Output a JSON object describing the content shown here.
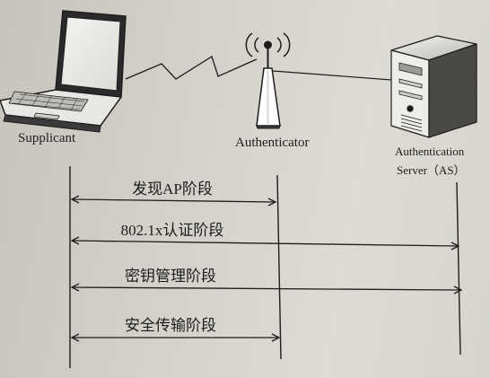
{
  "nodes": {
    "supplicant": "Supplicant",
    "authenticator": "Authenticator",
    "server_line1": "Authentication",
    "server_line2": "Server（AS）"
  },
  "phases": [
    {
      "label": "发现AP阶段",
      "from": "supplicant",
      "to": "authenticator"
    },
    {
      "label": "802.1x认证阶段",
      "from": "supplicant",
      "to": "server"
    },
    {
      "label": "密钥管理阶段",
      "from": "supplicant",
      "to": "server"
    },
    {
      "label": "安全传输阶段",
      "from": "supplicant",
      "to": "authenticator"
    }
  ],
  "icons": {
    "laptop": "laptop-icon",
    "access_point": "wireless-access-point-icon",
    "server": "server-tower-icon",
    "wireless_link": "lightning-wireless-link-icon"
  },
  "colors": {
    "ink": "#1d1d1d",
    "paper": "#d2d0c9"
  }
}
